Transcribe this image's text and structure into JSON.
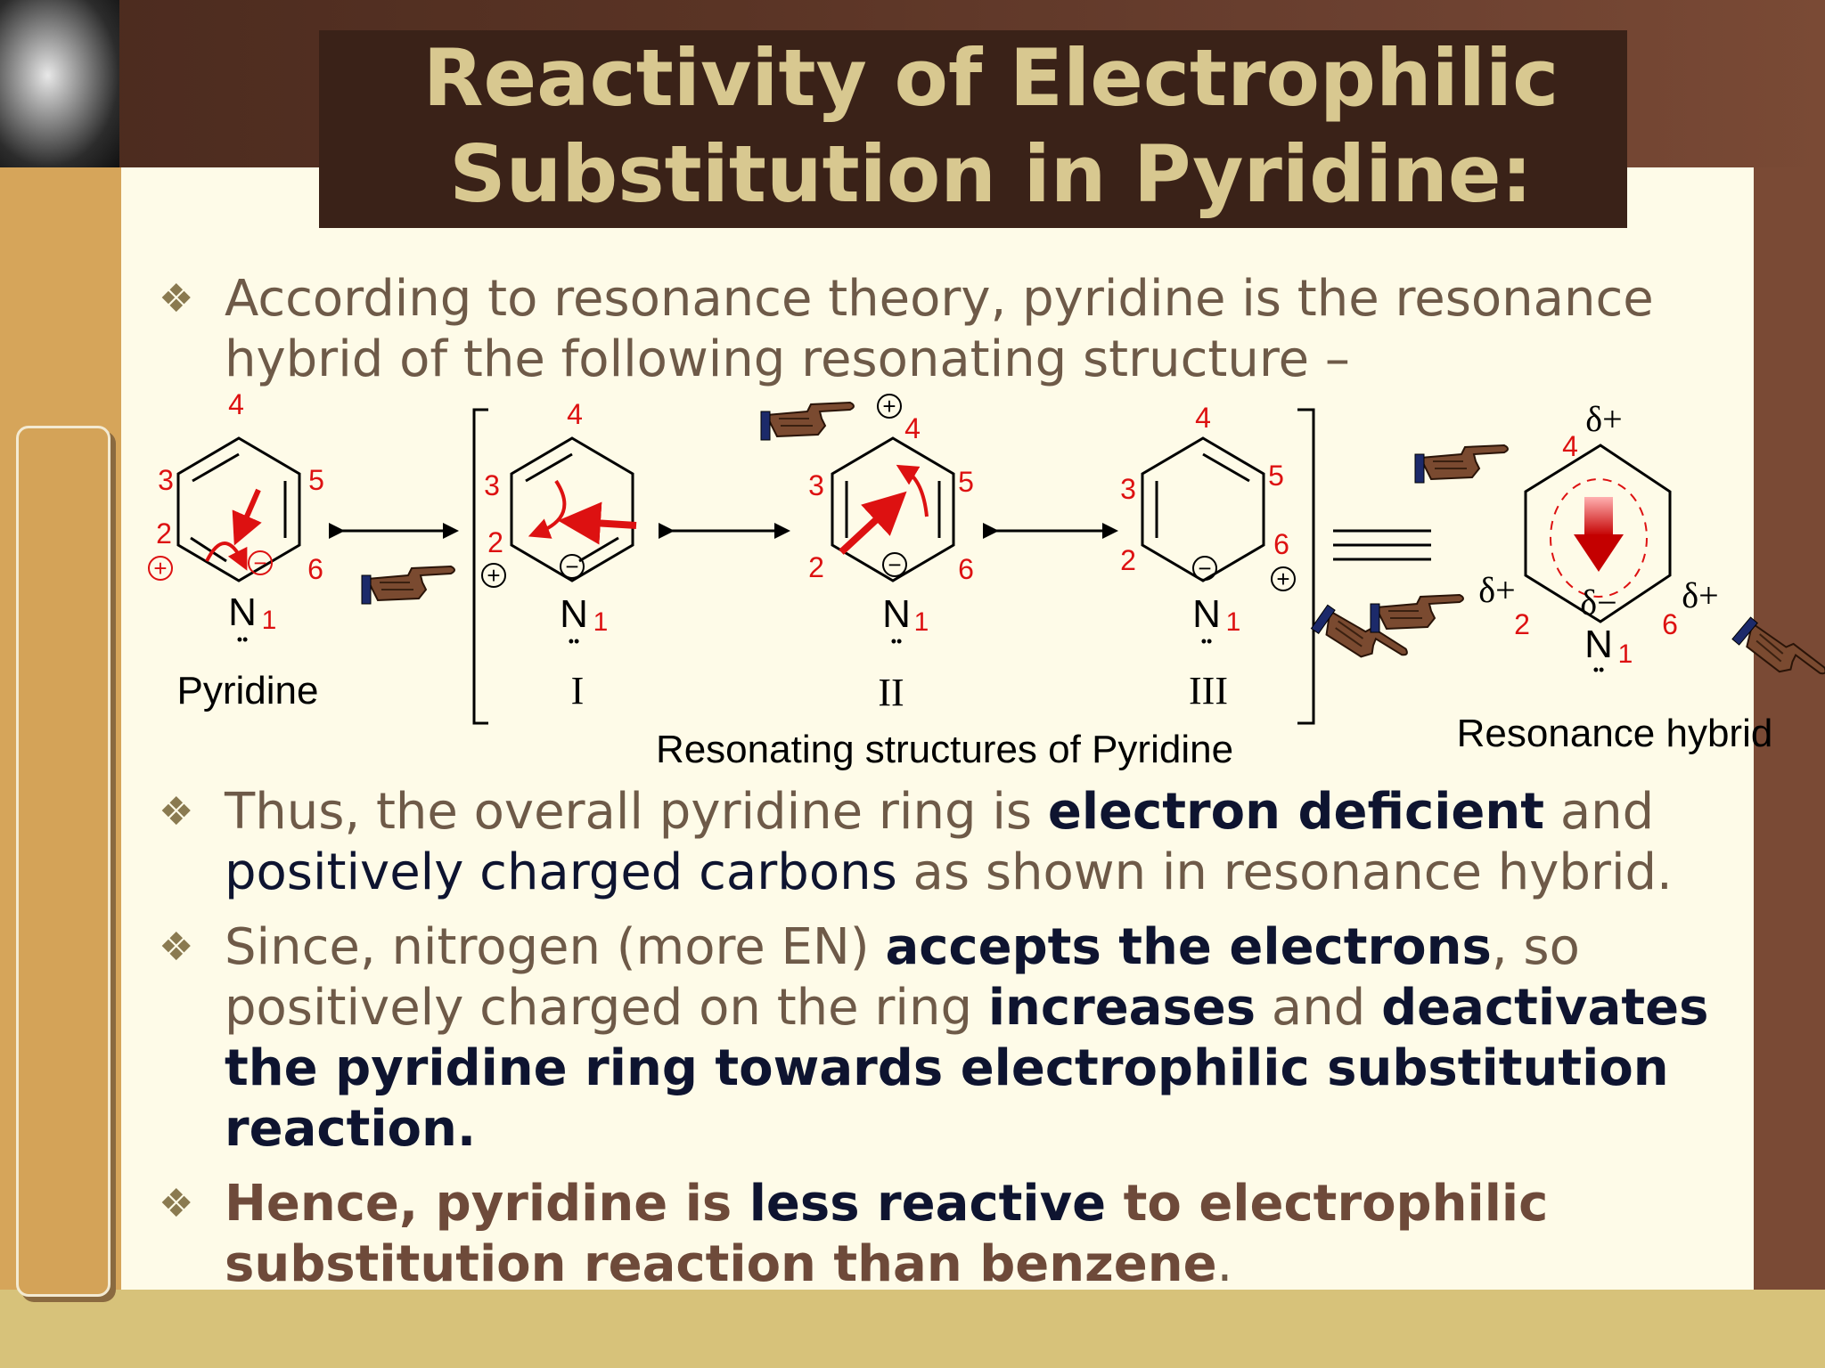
{
  "slide": {
    "title_line1": "Reactivity of Electrophilic",
    "title_line2": "Substitution in Pyridine:",
    "bullet_glyph": "❖",
    "bullet1": {
      "line1": "According to resonance theory, pyridine is the resonance",
      "line2": "hybrid of the following resonating  structure –"
    },
    "bullet2": {
      "l1_a": "Thus, the overall pyridine ring is ",
      "l1_b": "electron deficient",
      "l1_c": " and",
      "l2_a": "positively charged carbons",
      "l2_b": " as shown in resonance hybrid."
    },
    "bullet3": {
      "l1_a": "Since, nitrogen (more EN) ",
      "l1_b": "accepts the electrons",
      "l1_c": ", so",
      "l2_a": "positively charged on the ring ",
      "l2_b": "increases",
      "l2_c": " and ",
      "l2_d": "deactivates",
      "l3": "the pyridine ring towards electrophilic substitution",
      "l4": "reaction."
    },
    "bullet4": {
      "l1_a": "Hence, pyridine is ",
      "l1_b": "less reactive",
      "l1_c": " to electrophilic",
      "l2_a": "substitution reaction than benzene",
      "l2_b": "."
    }
  },
  "diagram": {
    "structure_labels": {
      "pyridine": "Pyridine",
      "s1": "I",
      "s2": "II",
      "s3": "III"
    },
    "resonating_caption": "Resonating structures of Pyridine",
    "hybrid_caption": "Resonance hybrid",
    "nitrogen_symbol": "N",
    "lone_pair": "••",
    "pos": {
      "n1": "1",
      "n2": "2",
      "n3": "3",
      "n4": "4",
      "n5": "5",
      "n6": "6"
    },
    "plus": "+",
    "minus": "−",
    "delta_plus": "δ+",
    "delta_minus": "δ−",
    "colors": {
      "bond": "#000000",
      "numbering": "#dd1111",
      "arrow": "#dd1111",
      "hand": "#7a4a30"
    }
  }
}
